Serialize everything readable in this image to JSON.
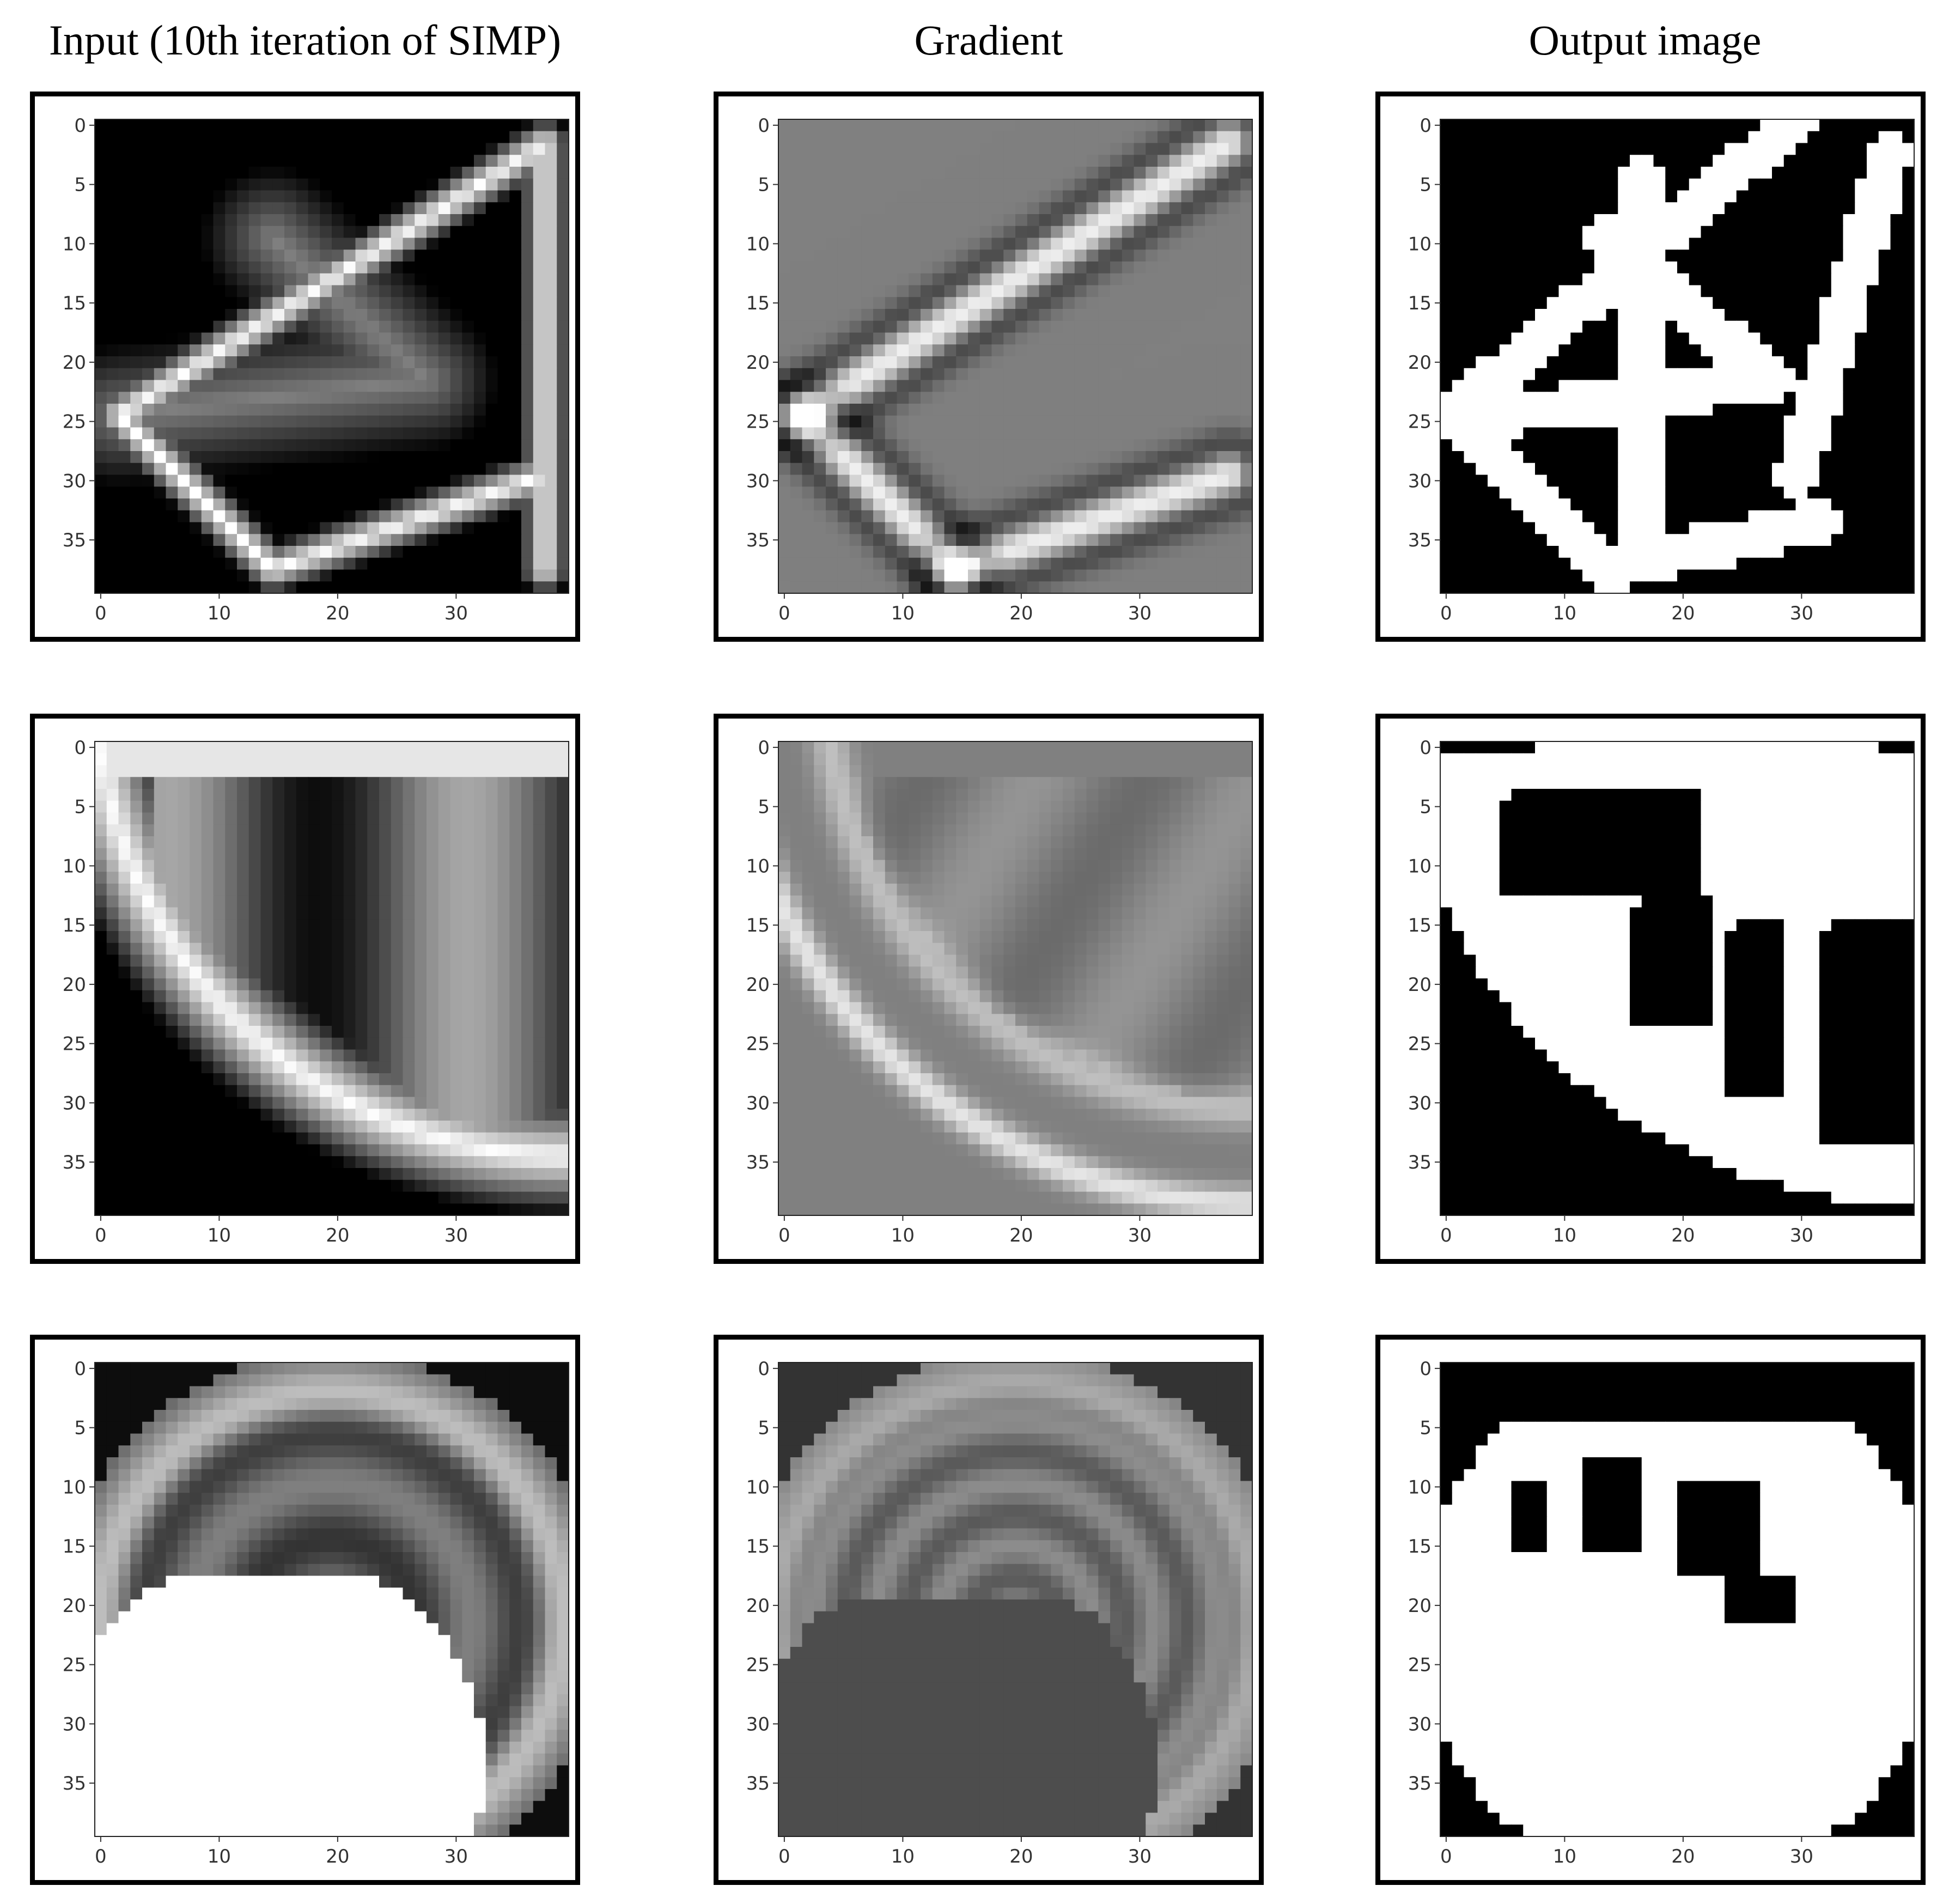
{
  "figure": {
    "columns": [
      {
        "title": "Input (10th iteration of SIMP)"
      },
      {
        "title": "Gradient"
      },
      {
        "title": "Output image"
      }
    ],
    "axes": {
      "x_ticks": [
        "0",
        "10",
        "20",
        "30"
      ],
      "y_ticks": [
        "0",
        "5",
        "10",
        "15",
        "20",
        "25",
        "30",
        "35"
      ],
      "xlim": [
        0,
        40
      ],
      "ylim": [
        0,
        40
      ],
      "colormap": "grayscale"
    },
    "rows": [
      {
        "row": 1,
        "structure": "diamond truss"
      },
      {
        "row": 2,
        "structure": "curved arc with struts"
      },
      {
        "row": 3,
        "structure": "circular arch"
      }
    ]
  }
}
